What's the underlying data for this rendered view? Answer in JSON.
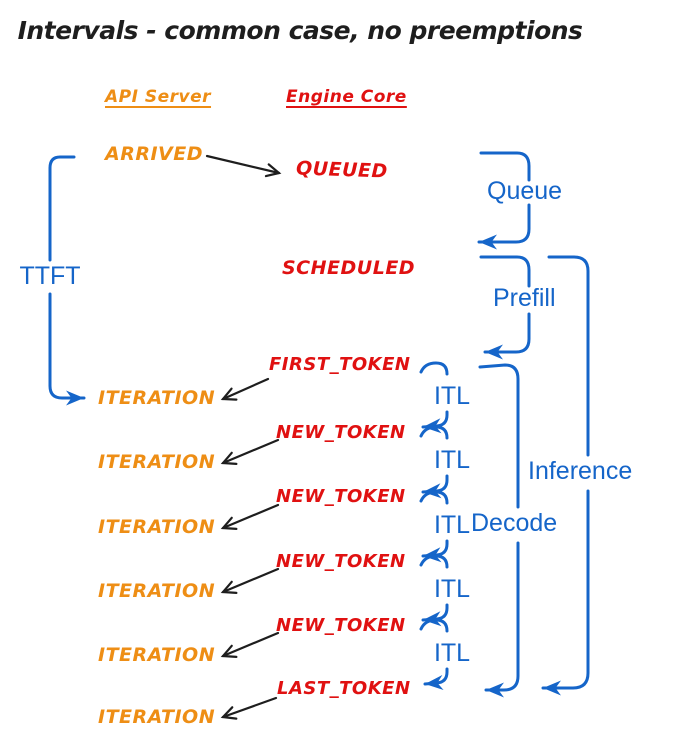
{
  "title": "Intervals - common case, no preemptions",
  "colors": {
    "orange": "#EE8E15",
    "red": "#E01111",
    "blue": "#1565C9",
    "black": "#1E1E1E",
    "background": "#FFFFFF"
  },
  "columns": {
    "api_server": "API Server",
    "engine_core": "Engine Core"
  },
  "events": {
    "arrived": "ARRIVED",
    "queued": "QUEUED",
    "scheduled": "SCHEDULED",
    "first_token": "FIRST_TOKEN",
    "new_token": "NEW_TOKEN",
    "last_token": "LAST_TOKEN",
    "iteration": "ITERATION"
  },
  "intervals": {
    "ttft": "TTFT",
    "queue": "Queue",
    "prefill": "Prefill",
    "decode": "Decode",
    "inference": "Inference",
    "itl": "ITL"
  },
  "counts": {
    "iteration_rows": 6,
    "new_token_rows": 4,
    "itl_brackets": 5
  }
}
